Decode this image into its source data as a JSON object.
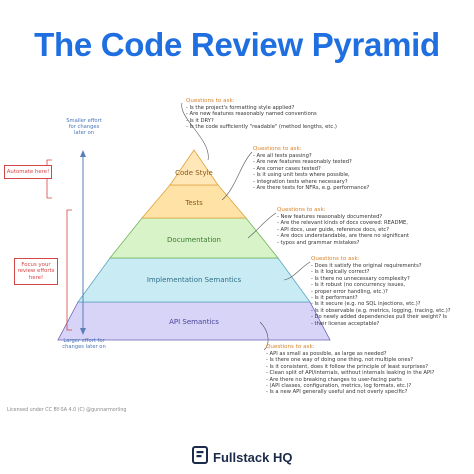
{
  "title": "The Code Review Pyramid",
  "question_header": "Questions to ask:",
  "levels": {
    "code_style": "Code Style",
    "tests": "Tests",
    "documentation": "Documentation",
    "implementation": "Implementation Semantics",
    "api": "API Semantics"
  },
  "questions": {
    "code_style": [
      "Is the project's formatting style applied?",
      "Are new features reasonably named conventions",
      "Is it DRY?",
      "Is the code sufficiently \"readable\" (method lengths, etc.)"
    ],
    "tests": [
      "Are all tests passing?",
      "Are new features reasonably tested?",
      "Are corner cases tested?",
      "Is it using unit tests where possible,",
      "integration tests where necessary?",
      "Are there tests for NFRs, e.g. performance?"
    ],
    "documentation": [
      "New features reasonably documented?",
      "Are the relevant kinds of docs covered: README,",
      "API docs, user guide, reference docs, etc?",
      "Are docs understandable, are there no significant",
      "typos and grammar mistakes?"
    ],
    "implementation": [
      "Does it satisfy the original requirements?",
      "Is it logically correct?",
      "Is there no unnecessary complexity?",
      "Is it robust (no concurrency issues,",
      "proper error handling, etc.)?",
      "Is it performant?",
      "Is it secure (e.g. no SQL injections, etc.)?",
      "Is it observable (e.g. metrics, logging, tracing, etc.)?",
      "Do newly added dependencies pull their weight? Is",
      "their license acceptable?"
    ],
    "api": [
      "API as small as possible, as large as needed?",
      "Is there one way of doing one thing, not multiple ones?",
      "Is it consistent, does it follow the principle of least surprises?",
      "Clean split of API/internals, without internals leaking in the API?",
      "Are there no breaking changes to user-facing parts",
      "(API classes, configuration, metrics, log formats, etc.)?",
      "Is a new API generally useful and not overly specific?"
    ]
  },
  "side": {
    "top_effort": "Smaller effort for changes later on",
    "bottom_effort": "Larger effort for changes later on",
    "automate": "Automate here!",
    "focus": "Focus your review efforts here!"
  },
  "license": "Licensed under CC BY-SA 4.0 (C) @gunnarmorling",
  "brand": "Fullstack HQ",
  "colors": {
    "title": "#1f6fe0",
    "code_style": "#ffe7b8",
    "tests": "#ffe3a6",
    "documentation": "#d8f3c8",
    "implementation": "#c9ecf4",
    "api": "#d7d4f7",
    "header": "#d9822b",
    "automate_box": "#d64545"
  }
}
